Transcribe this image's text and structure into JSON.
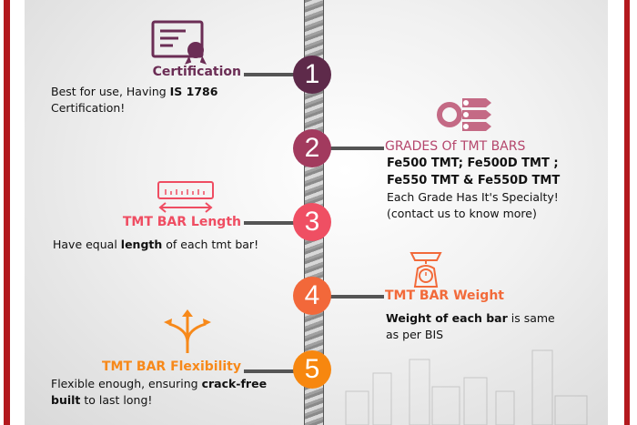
{
  "colors": {
    "border": "#b3191e",
    "step1": "#5e2a4a",
    "step2": "#a23a5e",
    "step3": "#ef4f63",
    "step4": "#f2683a",
    "step5": "#f7870f"
  },
  "steps": [
    {
      "number": "1",
      "title": "Certification",
      "icon": "certificate-icon",
      "desc_pre": "Best for use, Having ",
      "desc_bold": "IS 1786",
      "desc_post": " Certification!"
    },
    {
      "number": "2",
      "title": "GRADES Of TMT BARS",
      "icon": "grades-icon",
      "line1": "Fe500 TMT; Fe500D TMT ;",
      "line2": "Fe550 TMT & Fe550D TMT",
      "line3": "Each Grade Has It's Specialty!",
      "line4": "(contact us to know more)"
    },
    {
      "number": "3",
      "title": "TMT BAR Length",
      "icon": "ruler-icon",
      "desc_pre": "Have equal ",
      "desc_bold": "length",
      "desc_post": " of each tmt bar!"
    },
    {
      "number": "4",
      "title": "TMT BAR Weight",
      "icon": "scale-icon",
      "desc_bold": "Weight of each bar",
      "desc_post": " is same as per BIS"
    },
    {
      "number": "5",
      "title": "TMT BAR Flexibility",
      "icon": "flex-arrows-icon",
      "desc_pre": "Flexible enough, ensuring ",
      "desc_bold": "crack-free built",
      "desc_post": " to last long!"
    }
  ]
}
